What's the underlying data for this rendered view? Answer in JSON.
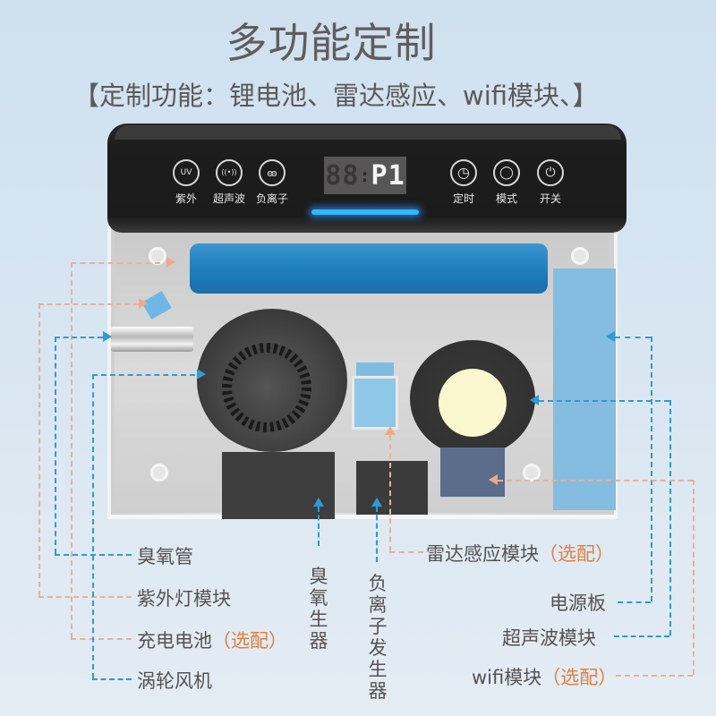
{
  "header": {
    "title": "多功能定制",
    "subtitle": "【定制功能：锂电池、雷达感应、wifi模块、】"
  },
  "control_panel": {
    "left_buttons": [
      {
        "icon": "uv-icon",
        "glyph": "UV",
        "label": "紫外"
      },
      {
        "icon": "ultrasonic-icon",
        "glyph": "((•))",
        "label": "超声波"
      },
      {
        "icon": "negative-ion-icon",
        "glyph": "ꙭ",
        "label": "负离子"
      }
    ],
    "display": {
      "dim_digits": "88",
      "colon": ":",
      "lit_digits": "P1"
    },
    "right_buttons": [
      {
        "icon": "timer-clock-icon",
        "glyph": "◷",
        "label": "定时"
      },
      {
        "icon": "mode-cycle-icon",
        "glyph": "◯",
        "label": "模式"
      },
      {
        "icon": "power-icon",
        "glyph": "⏻",
        "label": "开关"
      }
    ],
    "accent_colors": {
      "panel": "#1d1d1d",
      "glow": "#33b7ff"
    }
  },
  "callouts": {
    "left": [
      {
        "text": "臭氧管",
        "optional": ""
      },
      {
        "text": "紫外灯模块",
        "optional": ""
      },
      {
        "text": "充电电池",
        "optional": "（选配）"
      },
      {
        "text": "涡轮风机",
        "optional": ""
      }
    ],
    "vertical": [
      {
        "text": "臭氧生器"
      },
      {
        "text": "负离子发生器"
      }
    ],
    "right": [
      {
        "text": "雷达感应模块",
        "optional": "（选配）"
      },
      {
        "text": "电源板",
        "optional": ""
      },
      {
        "text": "超声波模块",
        "optional": ""
      },
      {
        "text": "wifi模块",
        "optional": "（选配）"
      }
    ],
    "colors": {
      "blue_line": "#2f9ad8",
      "peach_line": "#eab09a",
      "optional_text": "#e0803f",
      "label_text": "#555253"
    }
  }
}
